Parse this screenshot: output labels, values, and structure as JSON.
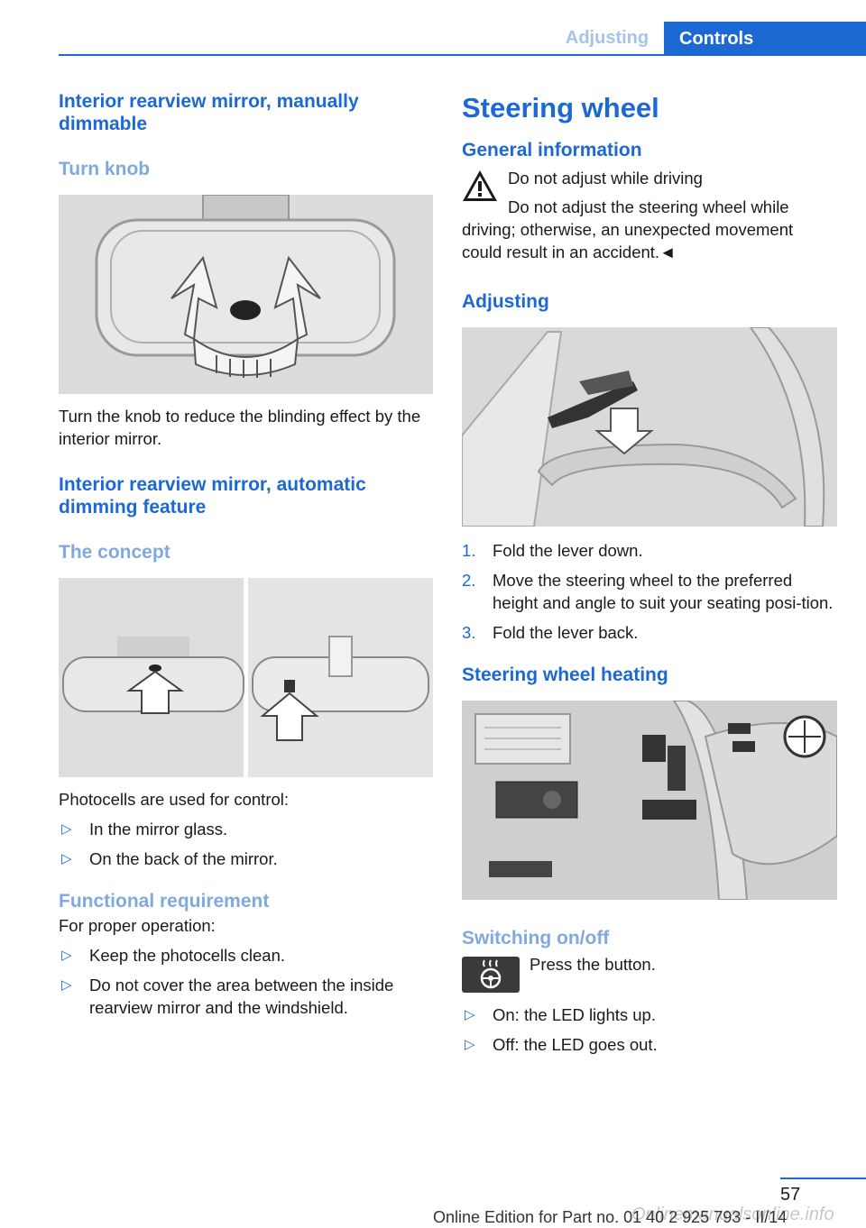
{
  "header": {
    "section": "Adjusting",
    "chapter": "Controls"
  },
  "left": {
    "h_manual": "Interior rearview mirror, manually dimmable",
    "h_knob": "Turn knob",
    "knob_text": "Turn the knob to reduce the blinding effect by the interior mirror.",
    "h_auto": "Interior rearview mirror, automatic dimming feature",
    "h_concept": "The concept",
    "photocells_intro": "Photocells are used for control:",
    "photocells": [
      "In the mirror glass.",
      "On the back of the mirror."
    ],
    "h_requirement": "Functional requirement",
    "requirement_intro": "For proper operation:",
    "requirements": [
      "Keep the photocells clean.",
      "Do not cover the area between the inside rearview mirror and the windshield."
    ]
  },
  "right": {
    "h_steering": "Steering wheel",
    "h_general": "General information",
    "warning_title": "Do not adjust while driving",
    "warning_text_first": "Do not adjust the steering wheel while",
    "warning_text_rest": "driving; otherwise, an unexpected movement could result in an accident.◄",
    "h_adjusting": "Adjusting",
    "steps": [
      {
        "n": "1.",
        "text": "Fold the lever down."
      },
      {
        "n": "2.",
        "text": "Move the steering wheel to the preferred height and angle to suit your seating posi-tion."
      },
      {
        "n": "3.",
        "text": "Fold the lever back."
      }
    ],
    "h_heating": "Steering wheel heating",
    "h_switching": "Switching on/off",
    "press_text": "Press the button.",
    "states": [
      "On: the LED lights up.",
      "Off: the LED goes out."
    ]
  },
  "footer": {
    "page": "57",
    "edition": "Online Edition for Part no. 01 40 2 925 793 - II/14",
    "watermark": "Onlinemanualsonline.info"
  },
  "bullet_marker": "▷",
  "colors": {
    "accent": "#1c69d4",
    "subhead": "#7fa9df"
  }
}
